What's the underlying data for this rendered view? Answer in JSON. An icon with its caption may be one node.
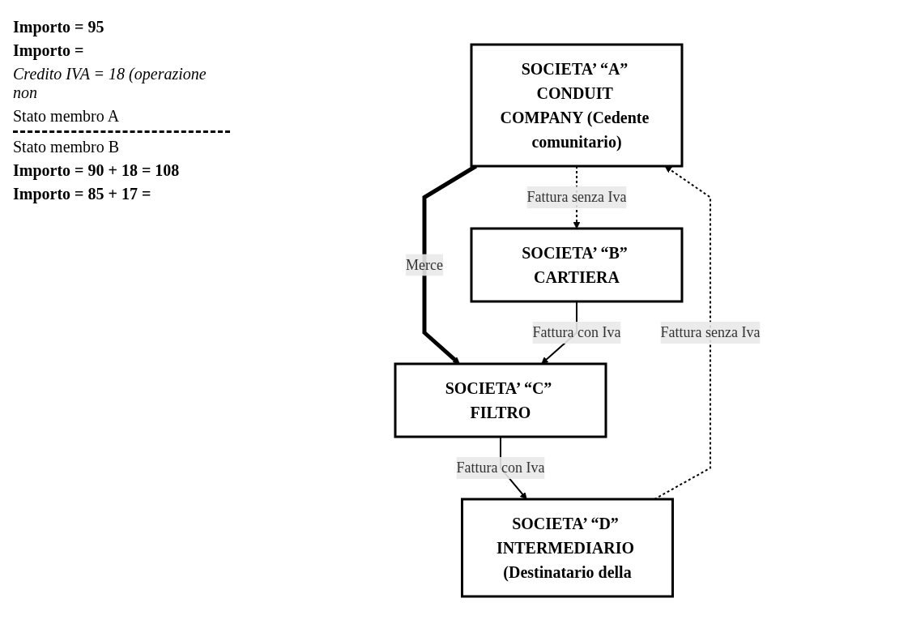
{
  "diagram": {
    "nodes": [
      {
        "text": [
          "SOCIETA’ “A” CONDUIT COMPANY (Cedente comunitario)"
        ]
      },
      {
        "text": [
          "SOCIETA’ “D” INTERMEDIARIO (Destinatario della"
        ]
      },
      {
        "text": [
          "SOCIETA’ “B” CARTIERA"
        ]
      },
      {
        "text": [
          "SOCIETA’ “C” FILTRO"
        ]
      }
    ],
    "edges": [
      {
        "from": 1,
        "to": 0,
        "arrow": "to",
        "style": "dashed",
        "label": "Fattura senza Iva"
      },
      {
        "from": 0,
        "to": 2,
        "arrow": "to",
        "style": "dashed",
        "label": "Fattura senza Iva"
      },
      {
        "from": 0,
        "to": 3,
        "arrow": "to",
        "style": "thick",
        "label": "Merce"
      },
      {
        "from": 2,
        "to": 3,
        "arrow": "to",
        "label": "Fattura con Iva"
      },
      {
        "from": 3,
        "to": 1,
        "arrow": "to",
        "label": "Fattura con Iva"
      }
    ],
    "labels": [
      "Importo = 95",
      "Importo =",
      "Credito IVA = 18 (operazione non",
      "Stato membro A",
      "Stato membro B",
      "Importo = 90 + 18 = 108",
      "Importo = 85 + 17 ="
    ]
  }
}
